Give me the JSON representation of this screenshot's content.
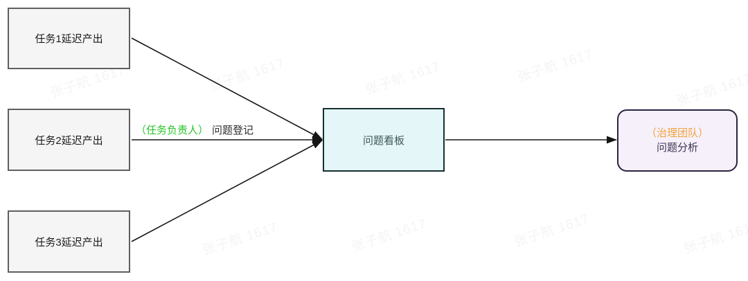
{
  "watermark": {
    "text": "张子航 1617"
  },
  "nodes": {
    "task1": {
      "label": "任务1延迟产出"
    },
    "task2": {
      "label": "任务2延迟产出"
    },
    "task3": {
      "label": "任务3延迟产出"
    },
    "board": {
      "label": "问题看板"
    },
    "analysis": {
      "role": "（治理团队）",
      "label": "问题分析"
    }
  },
  "edges": {
    "register": {
      "role": "（任务负责人）",
      "action": "问题登记"
    }
  },
  "colors": {
    "task_bg": "#f5f5f5",
    "task_border": "#5f5f5f",
    "board_bg": "#e4f6f7",
    "board_border": "#152e30",
    "board_text": "#3d5758",
    "analysis_bg": "#f6f0fb",
    "analysis_border": "#2a2440",
    "analysis_role_orange": "#f2a33c",
    "analysis_text": "#3c3450",
    "edge_role_green": "#2bc52b",
    "edge_line": "#161616",
    "watermark_gray": "rgba(60,60,60,0.06)"
  }
}
